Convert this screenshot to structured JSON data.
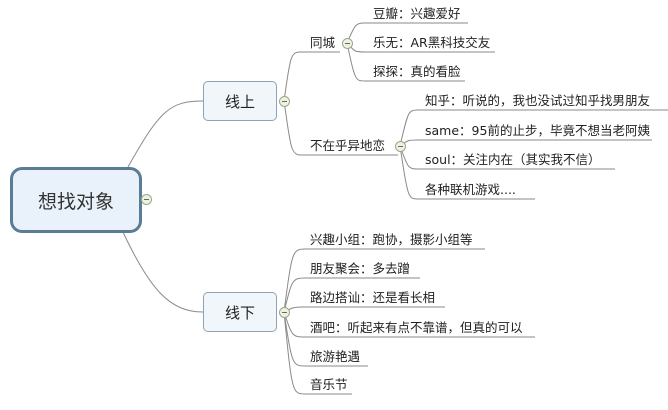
{
  "root": {
    "label": "想找对象"
  },
  "branches": [
    {
      "label": "线上",
      "groups": [
        {
          "label": "同城",
          "items": [
            "豆瓣：兴趣爱好",
            "乐无：AR黑科技交友",
            "探探：真的看脸"
          ]
        },
        {
          "label": "不在乎异地恋",
          "items": [
            "知乎：听说的，我也没试过知乎找男朋友",
            "same：95前的止步，毕竟不想当老阿姨",
            "soul：关注内在（其实我不信）",
            "各种联机游戏...."
          ]
        }
      ]
    },
    {
      "label": "线下",
      "items": [
        "兴趣小组：跑协，摄影小组等",
        "朋友聚会：多去蹭",
        "路边搭讪：还是看长相",
        "酒吧：听起来有点不靠谱，但真的可以",
        "旅游艳遇",
        "音乐节"
      ]
    }
  ]
}
